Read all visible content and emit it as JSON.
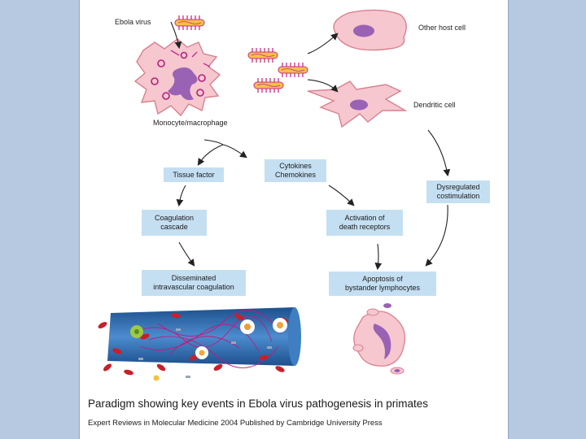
{
  "colors": {
    "background": "#b7c9e1",
    "panel": "#ffffff",
    "box_fill": "#c5dff2",
    "cell_fill": "#f6c7cf",
    "cell_stroke": "#d9808e",
    "nucleus": "#9a62b4",
    "virus_fill": "#f5c042",
    "virus_spikes": "#cc2d8f",
    "vessel": "#2f6db1",
    "red_cell": "#c8202a"
  },
  "labels": {
    "ebola_virus": "Ebola virus",
    "other_host_cell": "Other host cell",
    "dendritic_cell": "Dendritic cell",
    "monocyte_macrophage": "Monocyte/macrophage"
  },
  "boxes": {
    "tissue_factor": "Tissue factor",
    "cytokines": [
      "Cytokines",
      "Chemokines"
    ],
    "dysregulated": [
      "Dysregulated",
      "costimulation"
    ],
    "coagulation": [
      "Coagulation",
      "cascade"
    ],
    "activation": [
      "Activation of",
      "death receptors"
    ],
    "disseminated": [
      "Disseminated",
      "intravascular coagulation"
    ],
    "apoptosis": [
      "Apoptosis of",
      "bystander lymphocytes"
    ]
  },
  "caption": {
    "title": "Paradigm showing key events in Ebola virus pathogenesis in primates",
    "credit": "Expert Reviews in Molecular Medicine 2004 Published by Cambridge University Press"
  },
  "icons": [
    "virus-icon",
    "macrophage-icon",
    "host-cell-icon",
    "dendritic-cell-icon",
    "blood-vessel-icon",
    "apoptotic-cell-icon"
  ]
}
